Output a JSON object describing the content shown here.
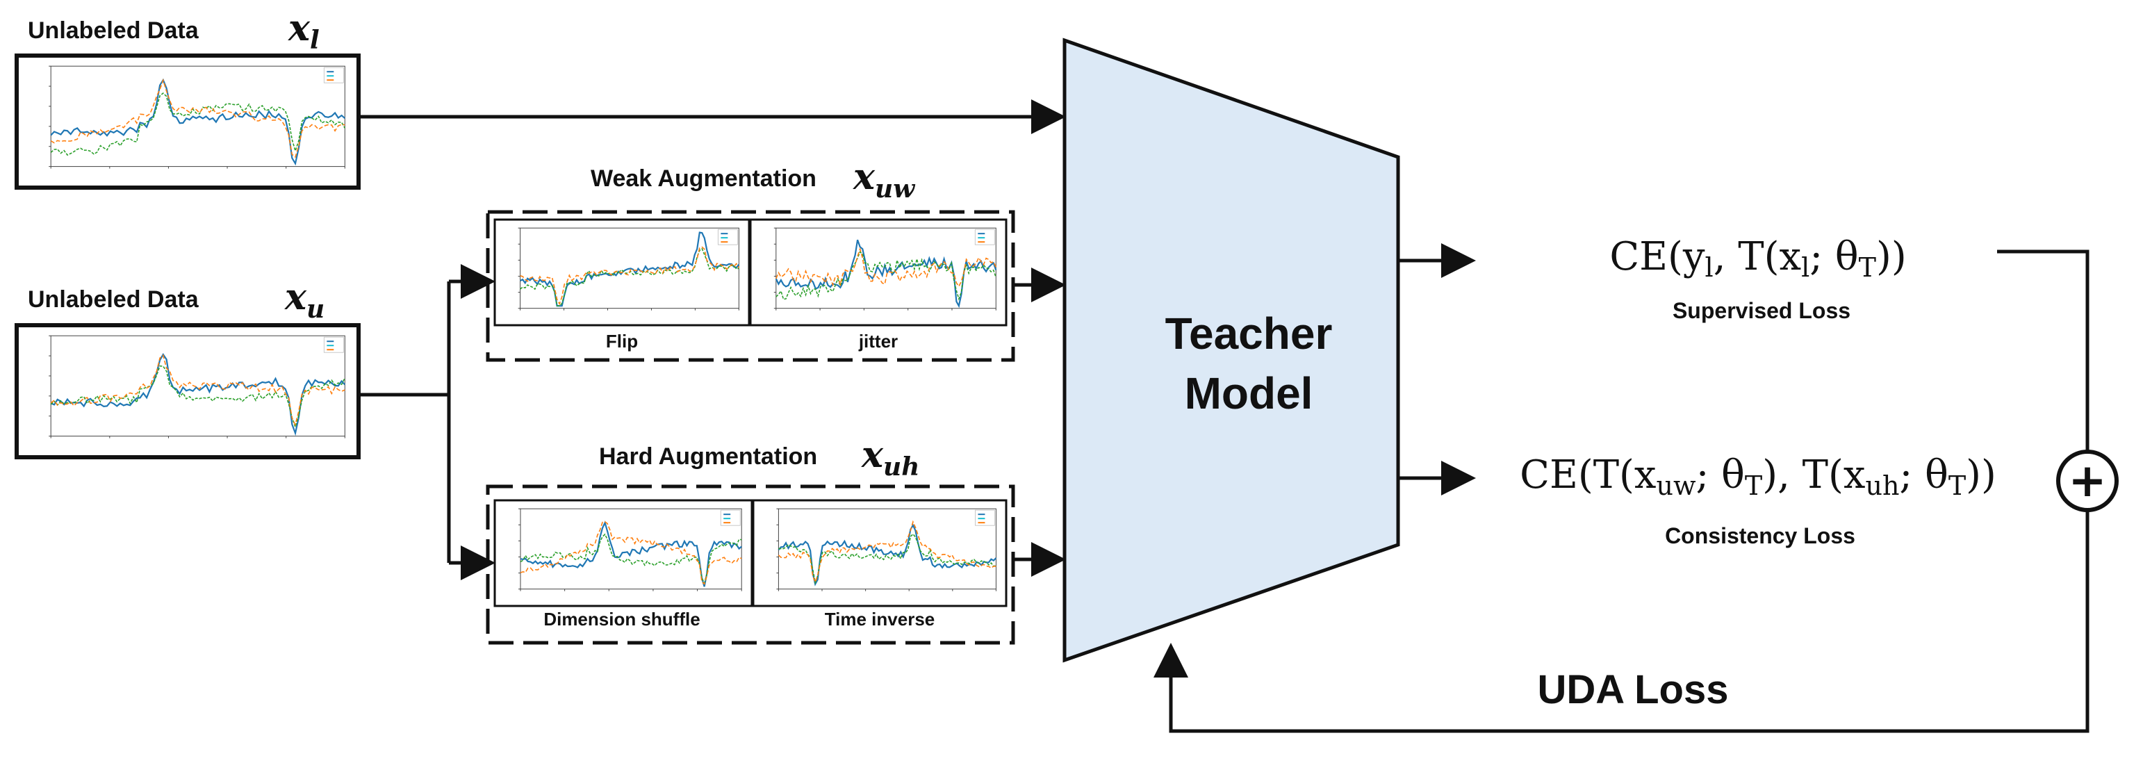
{
  "inputs": {
    "labeled": {
      "label": "Unlabeled Data",
      "var_base": "x",
      "var_sub": "l"
    },
    "unlabeled": {
      "label": "Unlabeled Data",
      "var_base": "x",
      "var_sub": "u"
    }
  },
  "weak_aug": {
    "label": "Weak Augmentation",
    "var_base": "x",
    "var_sub": "uw",
    "panels": [
      "Flip",
      "jitter"
    ]
  },
  "hard_aug": {
    "label": "Hard Augmentation",
    "var_base": "x",
    "var_sub": "uh",
    "panels": [
      "Dimension shuffle",
      "Time inverse"
    ]
  },
  "teacher": {
    "line1": "Teacher",
    "line2": "Model",
    "fill": "#dce9f6"
  },
  "supervised": {
    "formula": {
      "p1": "CE(y",
      "s1": "l",
      "p2": ",  T(x",
      "s2": "l",
      "p3": "; θ",
      "s3": "T",
      "p4": "))"
    },
    "label": "Supervised Loss"
  },
  "consistency": {
    "formula": {
      "p1": "CE(T(x",
      "s1": "uw",
      "p2": "; θ",
      "s2": "T",
      "p3": "),  T(x",
      "s3": "uh",
      "p4": "; θ",
      "s4": "T",
      "p5": "))"
    },
    "label": "Consistency Loss"
  },
  "sum_symbol": "+",
  "uda_loss": "UDA Loss",
  "series_colors": {
    "c1": "#1f77b4",
    "c2": "#2ca02c",
    "c3": "#ff7f0e",
    "c4": "#17becf"
  }
}
